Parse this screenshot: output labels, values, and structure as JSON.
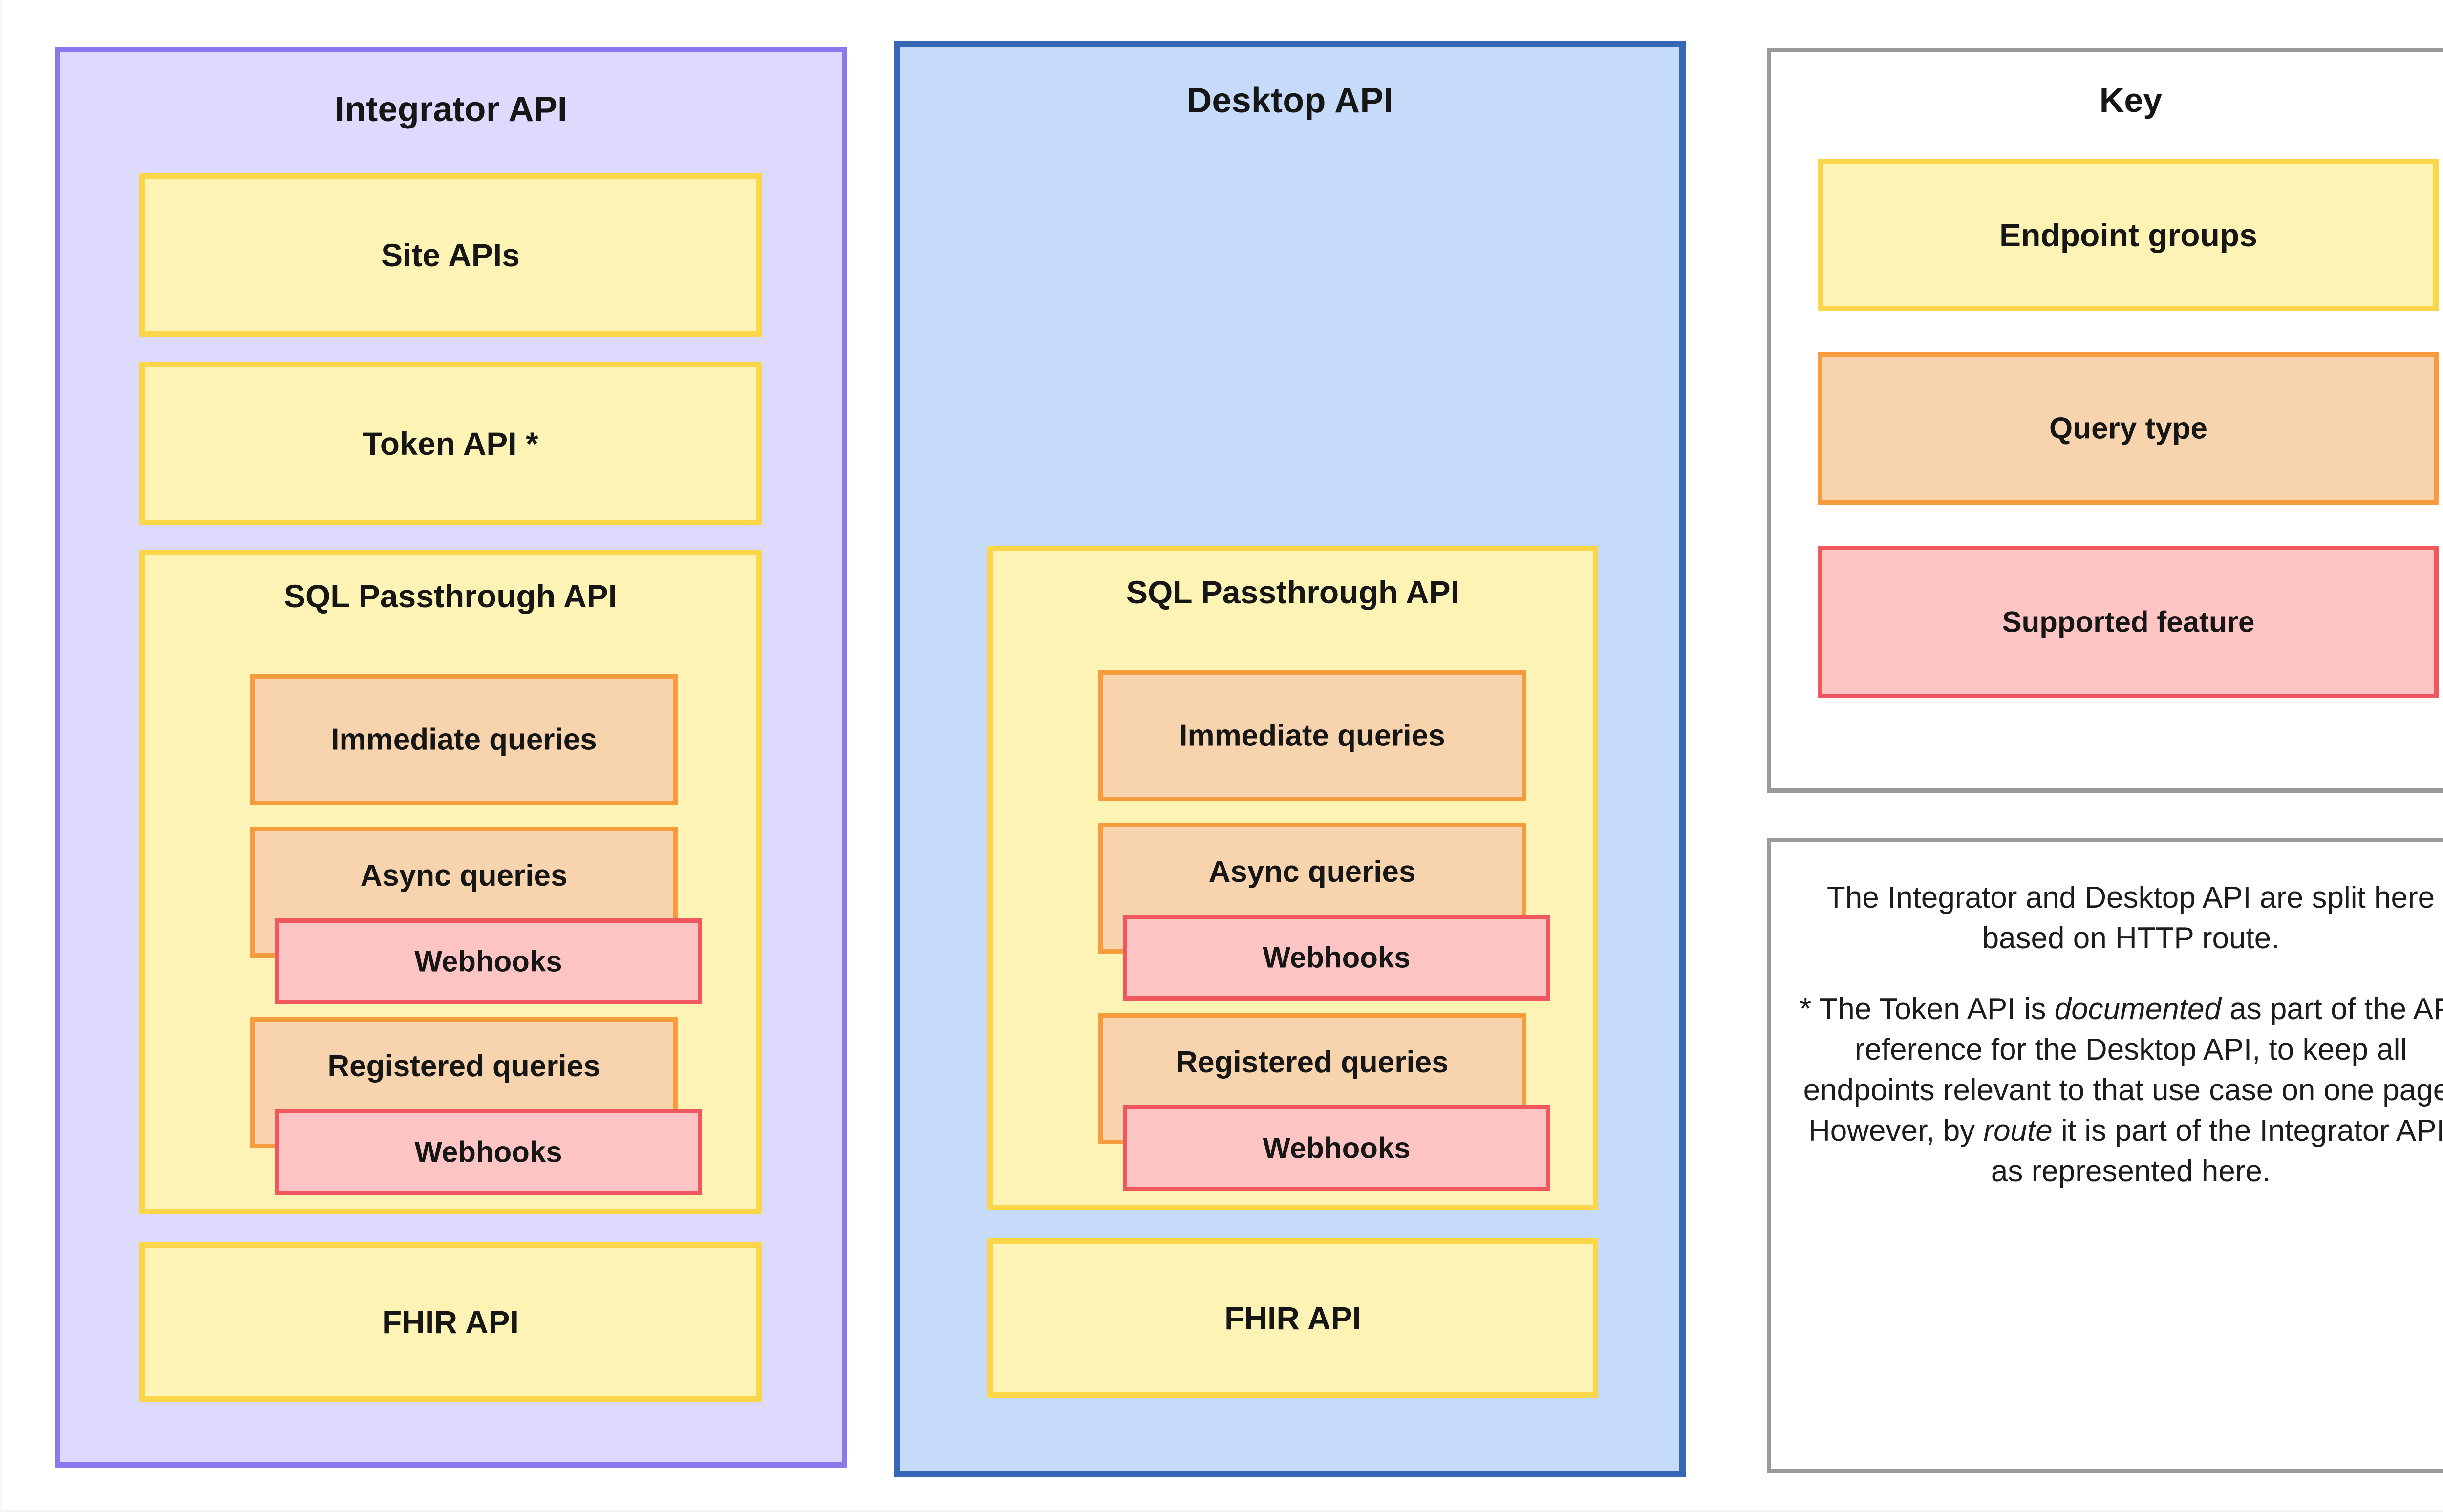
{
  "integrator": {
    "title": "Integrator API",
    "boxes": {
      "site_apis": "Site APIs",
      "token_api": "Token API *",
      "sql_passthrough": "SQL Passthrough API",
      "fhir_api": "FHIR API"
    },
    "queries": {
      "immediate": "Immediate queries",
      "async": "Async queries",
      "registered": "Registered queries"
    },
    "features": {
      "async_webhooks": "Webhooks",
      "registered_webhooks": "Webhooks"
    }
  },
  "desktop": {
    "title": "Desktop API",
    "boxes": {
      "sql_passthrough": "SQL Passthrough API",
      "fhir_api": "FHIR API"
    },
    "queries": {
      "immediate": "Immediate queries",
      "async": "Async queries",
      "registered": "Registered queries"
    },
    "features": {
      "async_webhooks": "Webhooks",
      "registered_webhooks": "Webhooks"
    }
  },
  "key": {
    "title": "Key",
    "items": [
      {
        "label": "Endpoint groups",
        "fill": "#fcf3b4",
        "border": "#fbd64b"
      },
      {
        "label": "Query type",
        "fill": "#f7d4ad",
        "border": "#f79b3f"
      },
      {
        "label": "Supported feature",
        "fill": "#fdc4c4",
        "border": "#f1575e"
      }
    ]
  },
  "note": {
    "paragraph_1": "The Integrator and Desktop API are split here based on HTTP route.",
    "paragraph_2_part_1": "* The Token API is ",
    "paragraph_2_em_1": "documented",
    "paragraph_2_part_2": " as part of the API reference for the Desktop API, to keep all endpoints relevant to that use case on one page. However, by ",
    "paragraph_2_em_2": "route",
    "paragraph_2_part_3": " it is part of the Integrator API, as represented here."
  },
  "colors": {
    "integrator_fill": "#dedafd",
    "integrator_border": "#8a79ec",
    "desktop_fill": "#c6dbfa",
    "desktop_border": "#3568b4",
    "endpoint_group_fill": "#fcf3b4",
    "endpoint_group_border": "#fbd64b",
    "query_type_fill": "#f7d4ad",
    "query_type_border": "#f79b3f",
    "supported_feature_fill": "#fdc4c4",
    "supported_feature_border": "#f1575e",
    "side_panel_border": "#9a9a9a"
  }
}
